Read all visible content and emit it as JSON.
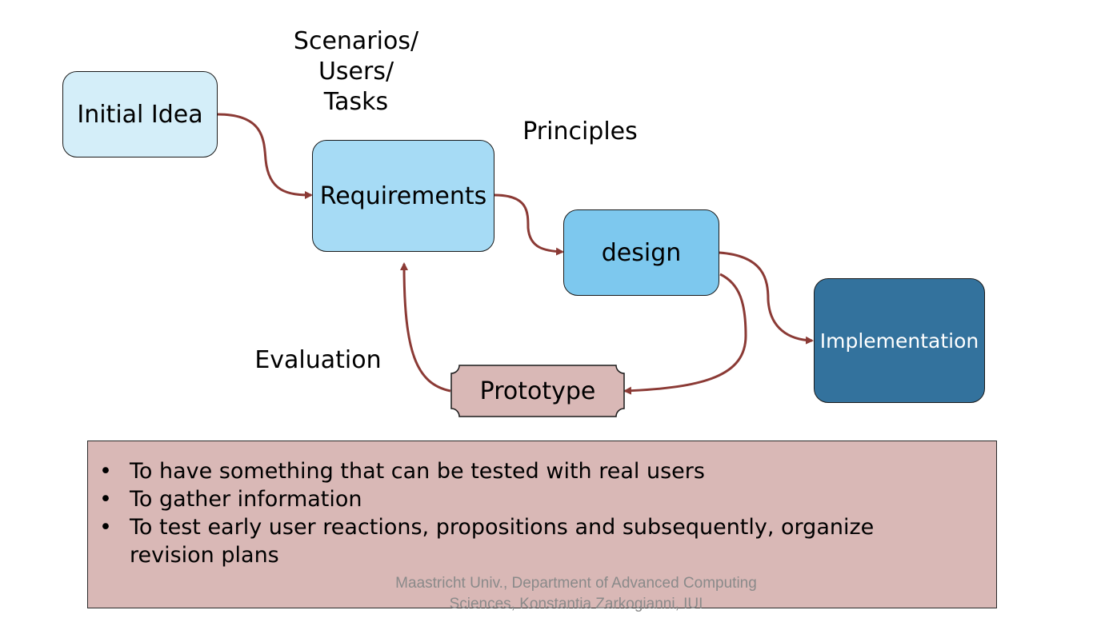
{
  "diagram": {
    "nodes": {
      "initial_idea": "Initial Idea",
      "requirements": "Requirements",
      "design": "design",
      "implementation": "Implementation",
      "prototype": "Prototype"
    },
    "labels": {
      "scenarios_line1": "Scenarios/",
      "scenarios_line2": "Users/",
      "scenarios_line3": "Tasks",
      "principles": "Principles",
      "evaluation": "Evaluation"
    },
    "colors": {
      "initial_idea_fill": "#d4eef9",
      "requirements_fill": "#a6dbf5",
      "design_fill": "#7dc8ee",
      "implementation_fill": "#33729d",
      "prototype_fill": "#d9b8b6",
      "arrow": "#8b3a35"
    }
  },
  "notes": {
    "bullets": [
      "To have something that can be tested with real users",
      "To gather information",
      "To test early user reactions, propositions and subsequently, organize revision plans"
    ]
  },
  "footer": {
    "line1": "Maastricht Univ., Department of Advanced Computing",
    "line2": "Sciences, Konstantia Zarkogianni, IUI"
  }
}
